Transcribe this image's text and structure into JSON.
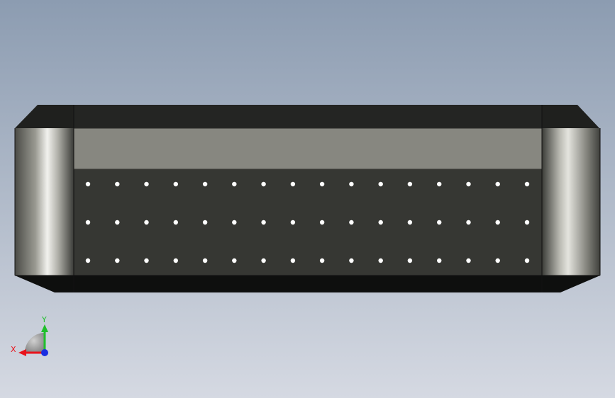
{
  "viewport": {
    "background_top": "#8c9cb1",
    "background_bottom": "#d5d9e2"
  },
  "model": {
    "hole_grid": {
      "rows": 3,
      "columns": 16
    },
    "colors": {
      "top_chamfer": "#1f201e",
      "top_face": "#242523",
      "band": "#878780",
      "band_border": "#2c2d2a",
      "hole_face": "#363733",
      "bottom_face": "#0e0f0e",
      "edge": "#111111",
      "hole": "#ffffff"
    }
  },
  "triad": {
    "x_label": "X",
    "y_label": "Y",
    "x_color": "#e8131b",
    "y_color": "#1fbf2b",
    "z_color": "#1a2ee0"
  }
}
